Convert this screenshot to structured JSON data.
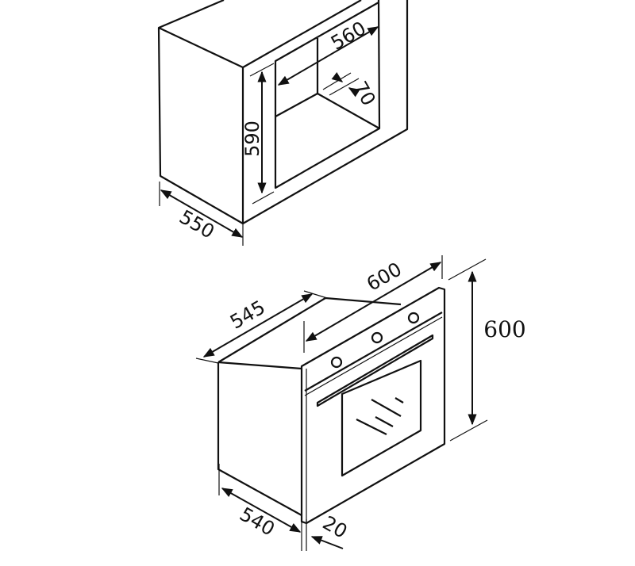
{
  "cabinet_cutout": {
    "width": "560",
    "height": "590",
    "depth": "550",
    "vent_gap": "70"
  },
  "oven": {
    "width": "600",
    "height": "600",
    "depth_total": "545",
    "depth_body": "540",
    "front_panel": "20"
  },
  "colors": {
    "line": "#111111",
    "background": "#ffffff"
  }
}
